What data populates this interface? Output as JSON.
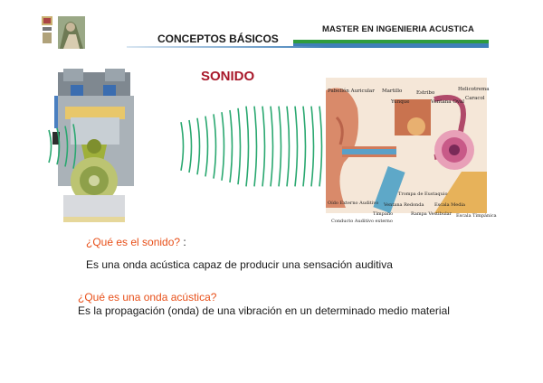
{
  "header": {
    "title": "CONCEPTOS BÁSICOS",
    "program": "MASTER EN INGENIERIA ACUSTICA"
  },
  "section": {
    "title": "SONIDO"
  },
  "ear_labels": {
    "pabellon": "Pabellón Auricular",
    "martillo": "Martillo",
    "yunque": "Yunque",
    "estribo": "Estribo",
    "ventana_oval": "Ventana Oval",
    "helicotrema": "Helicotrema",
    "caracol": "Caracol",
    "oido_externo": "Oído Externo Auditivo",
    "conducto": "Conducto Auditivo externo",
    "timpano": "Tímpano",
    "trompa": "Trompa de Eustaquio",
    "ventana_redonda": "Ventana Redonda",
    "rampa_vestibular": "Rampa Vestibular",
    "rampa_media": "Escala Media",
    "escala_timpanica": "Escala Timpánica"
  },
  "content": {
    "question1": "¿Qué es el sonido?",
    "question1_suffix": ":",
    "answer1": "Es una onda acústica capaz de producir una sensación auditiva",
    "question2": "¿Qué es una onda acústica?",
    "answer2": "Es la propagación (onda) de una vibración en un determinado medio material"
  },
  "colors": {
    "section_title": "#a8182a",
    "question": "#e8501a",
    "rule_green": "#2f9c3e",
    "rule_blue": "#3f7fb8",
    "wave": "#2aa870"
  }
}
